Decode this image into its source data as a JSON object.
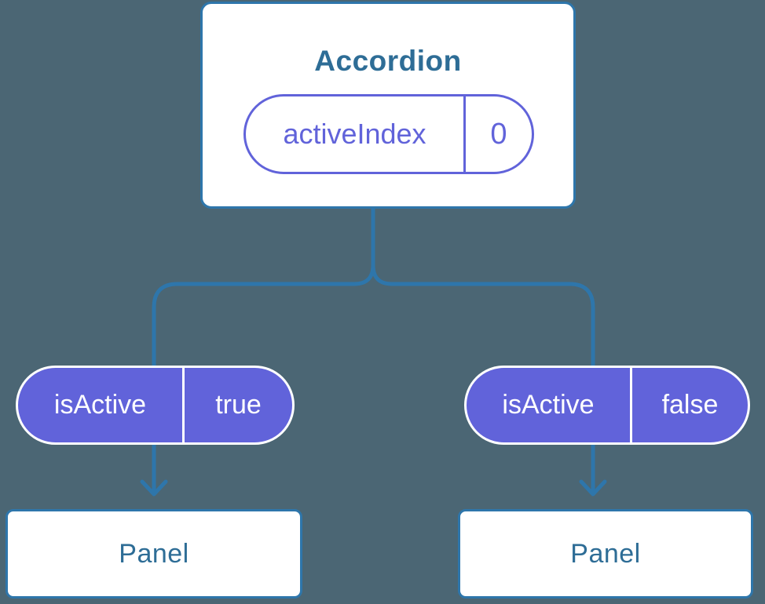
{
  "colors": {
    "background": "#4b6674",
    "line": "#2e76ab",
    "heading": "#2e6d96",
    "purple": "#6163da",
    "pill_text_on_purple": "#ffffff",
    "card_background": "#ffffff"
  },
  "tree": {
    "root": {
      "title": "Accordion",
      "state": {
        "name": "activeIndex",
        "value": "0"
      }
    },
    "children": [
      {
        "prop": {
          "name": "isActive",
          "value": "true"
        },
        "label": "Panel"
      },
      {
        "prop": {
          "name": "isActive",
          "value": "false"
        },
        "label": "Panel"
      }
    ]
  }
}
